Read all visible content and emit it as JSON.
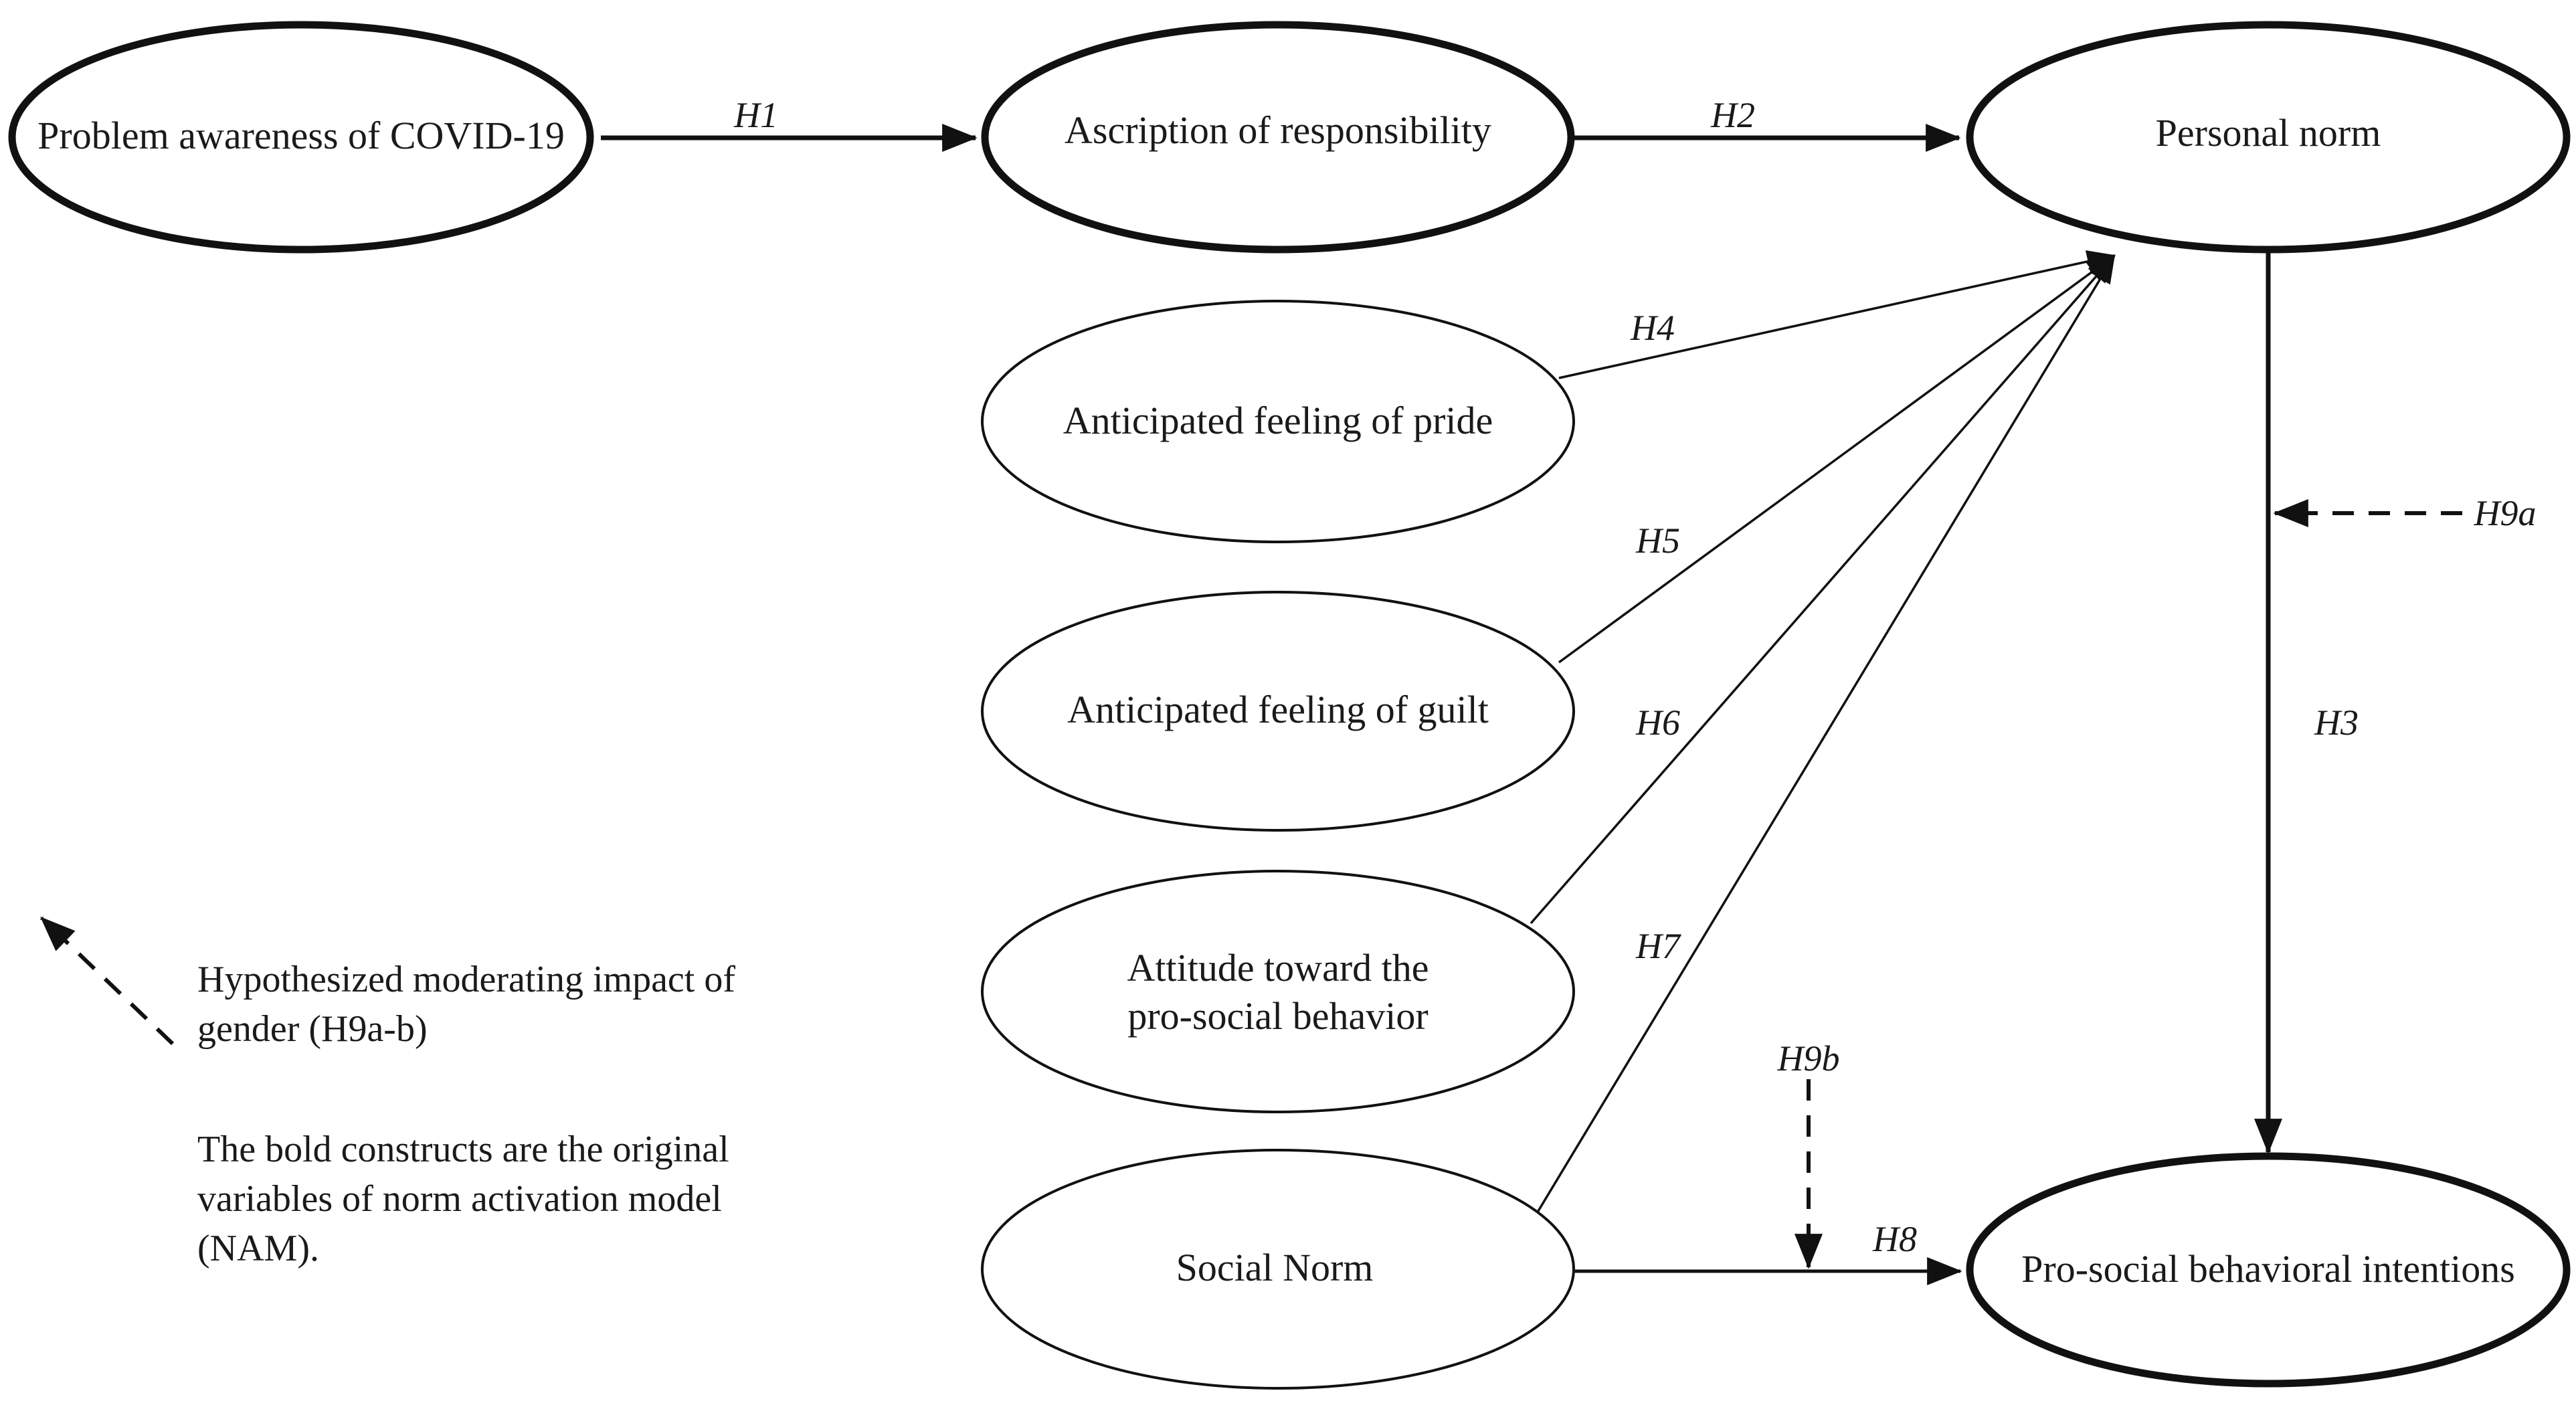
{
  "constructs": {
    "problem_awareness": "Problem awareness of COVID-19",
    "ascription": "Ascription of responsibility",
    "personal_norm": "Personal norm",
    "pride": "Anticipated feeling of pride",
    "guilt": "Anticipated feeling of guilt",
    "attitude_line1": "Attitude toward the",
    "attitude_line2": "pro-social behavior",
    "social_norm": "Social Norm",
    "intentions": "Pro-social behavioral intentions"
  },
  "hypotheses": {
    "h1": "H1",
    "h2": "H2",
    "h3": "H3",
    "h4": "H4",
    "h5": "H5",
    "h6": "H6",
    "h7": "H7",
    "h8": "H8",
    "h9a": "H9a",
    "h9b": "H9b"
  },
  "legend": {
    "moderating_line1": "Hypothesized moderating impact of",
    "moderating_line2": "gender (H9a-b)",
    "bold_line1": "The bold constructs are the original",
    "bold_line2": "variables of norm activation model",
    "bold_line3": "(NAM)."
  }
}
